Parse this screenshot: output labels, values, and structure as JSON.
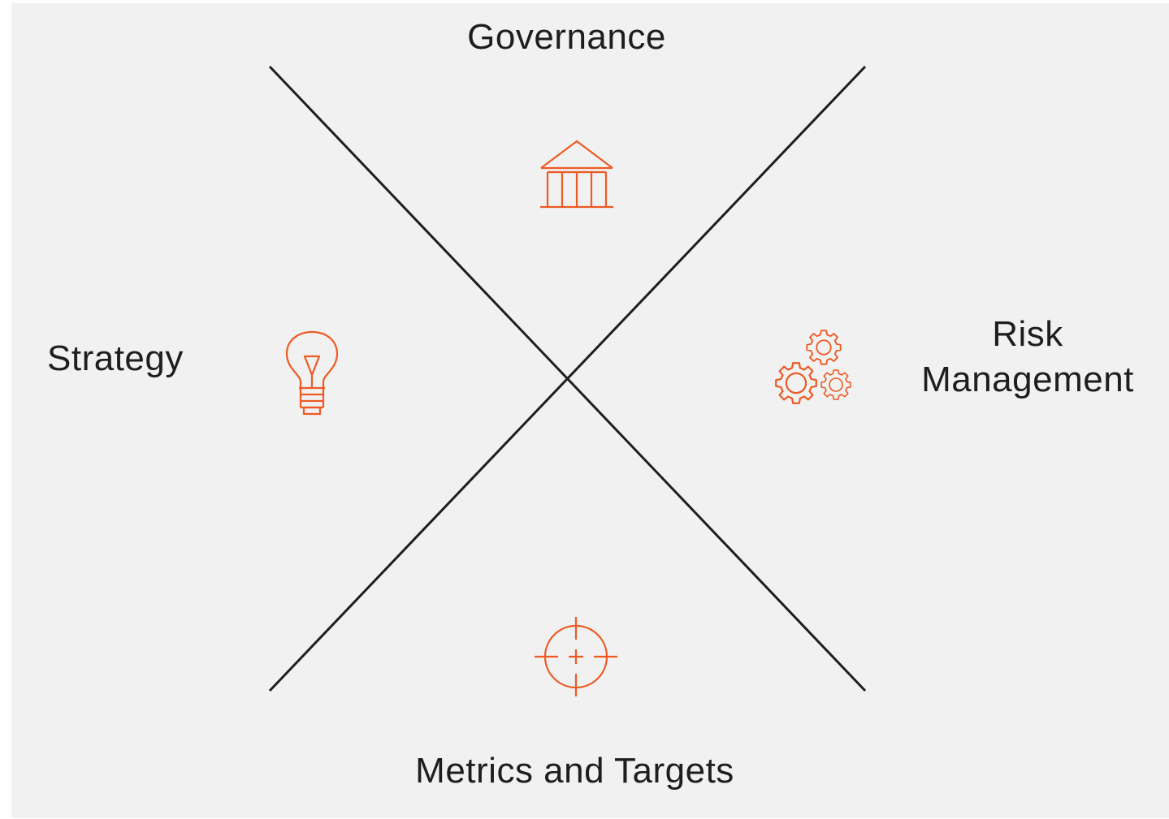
{
  "diagram": {
    "accent_color": "#ed5a24",
    "line_color": "#1e1e1e",
    "background_color": "#f0f1f0",
    "quadrants": {
      "top": {
        "label": "Governance",
        "icon": "bank-building-icon"
      },
      "left": {
        "label": "Strategy",
        "icon": "lightbulb-icon"
      },
      "right": {
        "label_line1": "Risk",
        "label_line2": "Management",
        "icon": "gears-icon"
      },
      "bottom": {
        "label": "Metrics and Targets",
        "icon": "target-crosshair-icon"
      }
    }
  }
}
